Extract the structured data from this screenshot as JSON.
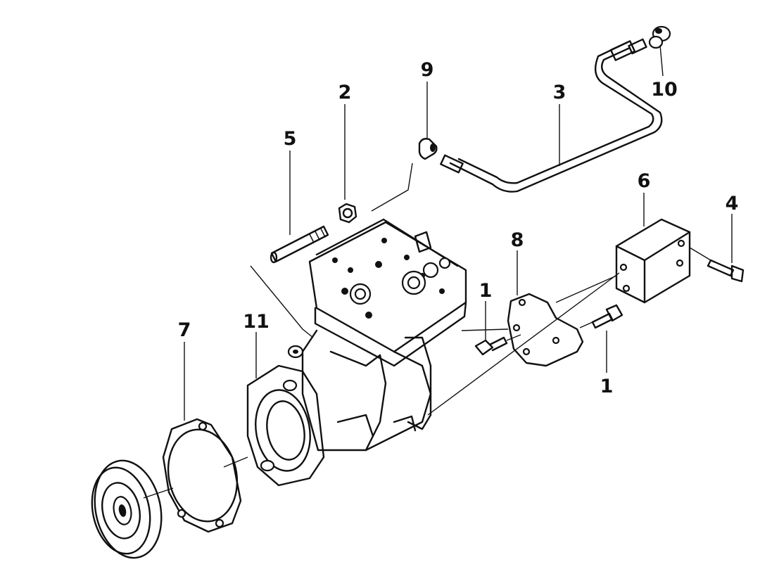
{
  "callouts": [
    {
      "id": "c1a",
      "text": "1"
    },
    {
      "id": "c1b",
      "text": "1"
    },
    {
      "id": "c2",
      "text": "2"
    },
    {
      "id": "c3",
      "text": "3"
    },
    {
      "id": "c4",
      "text": "4"
    },
    {
      "id": "c5",
      "text": "5"
    },
    {
      "id": "c6",
      "text": "6"
    },
    {
      "id": "c7",
      "text": "7"
    },
    {
      "id": "c8",
      "text": "8"
    },
    {
      "id": "c9",
      "text": "9"
    },
    {
      "id": "c10",
      "text": "10"
    },
    {
      "id": "c11",
      "text": "11"
    }
  ]
}
